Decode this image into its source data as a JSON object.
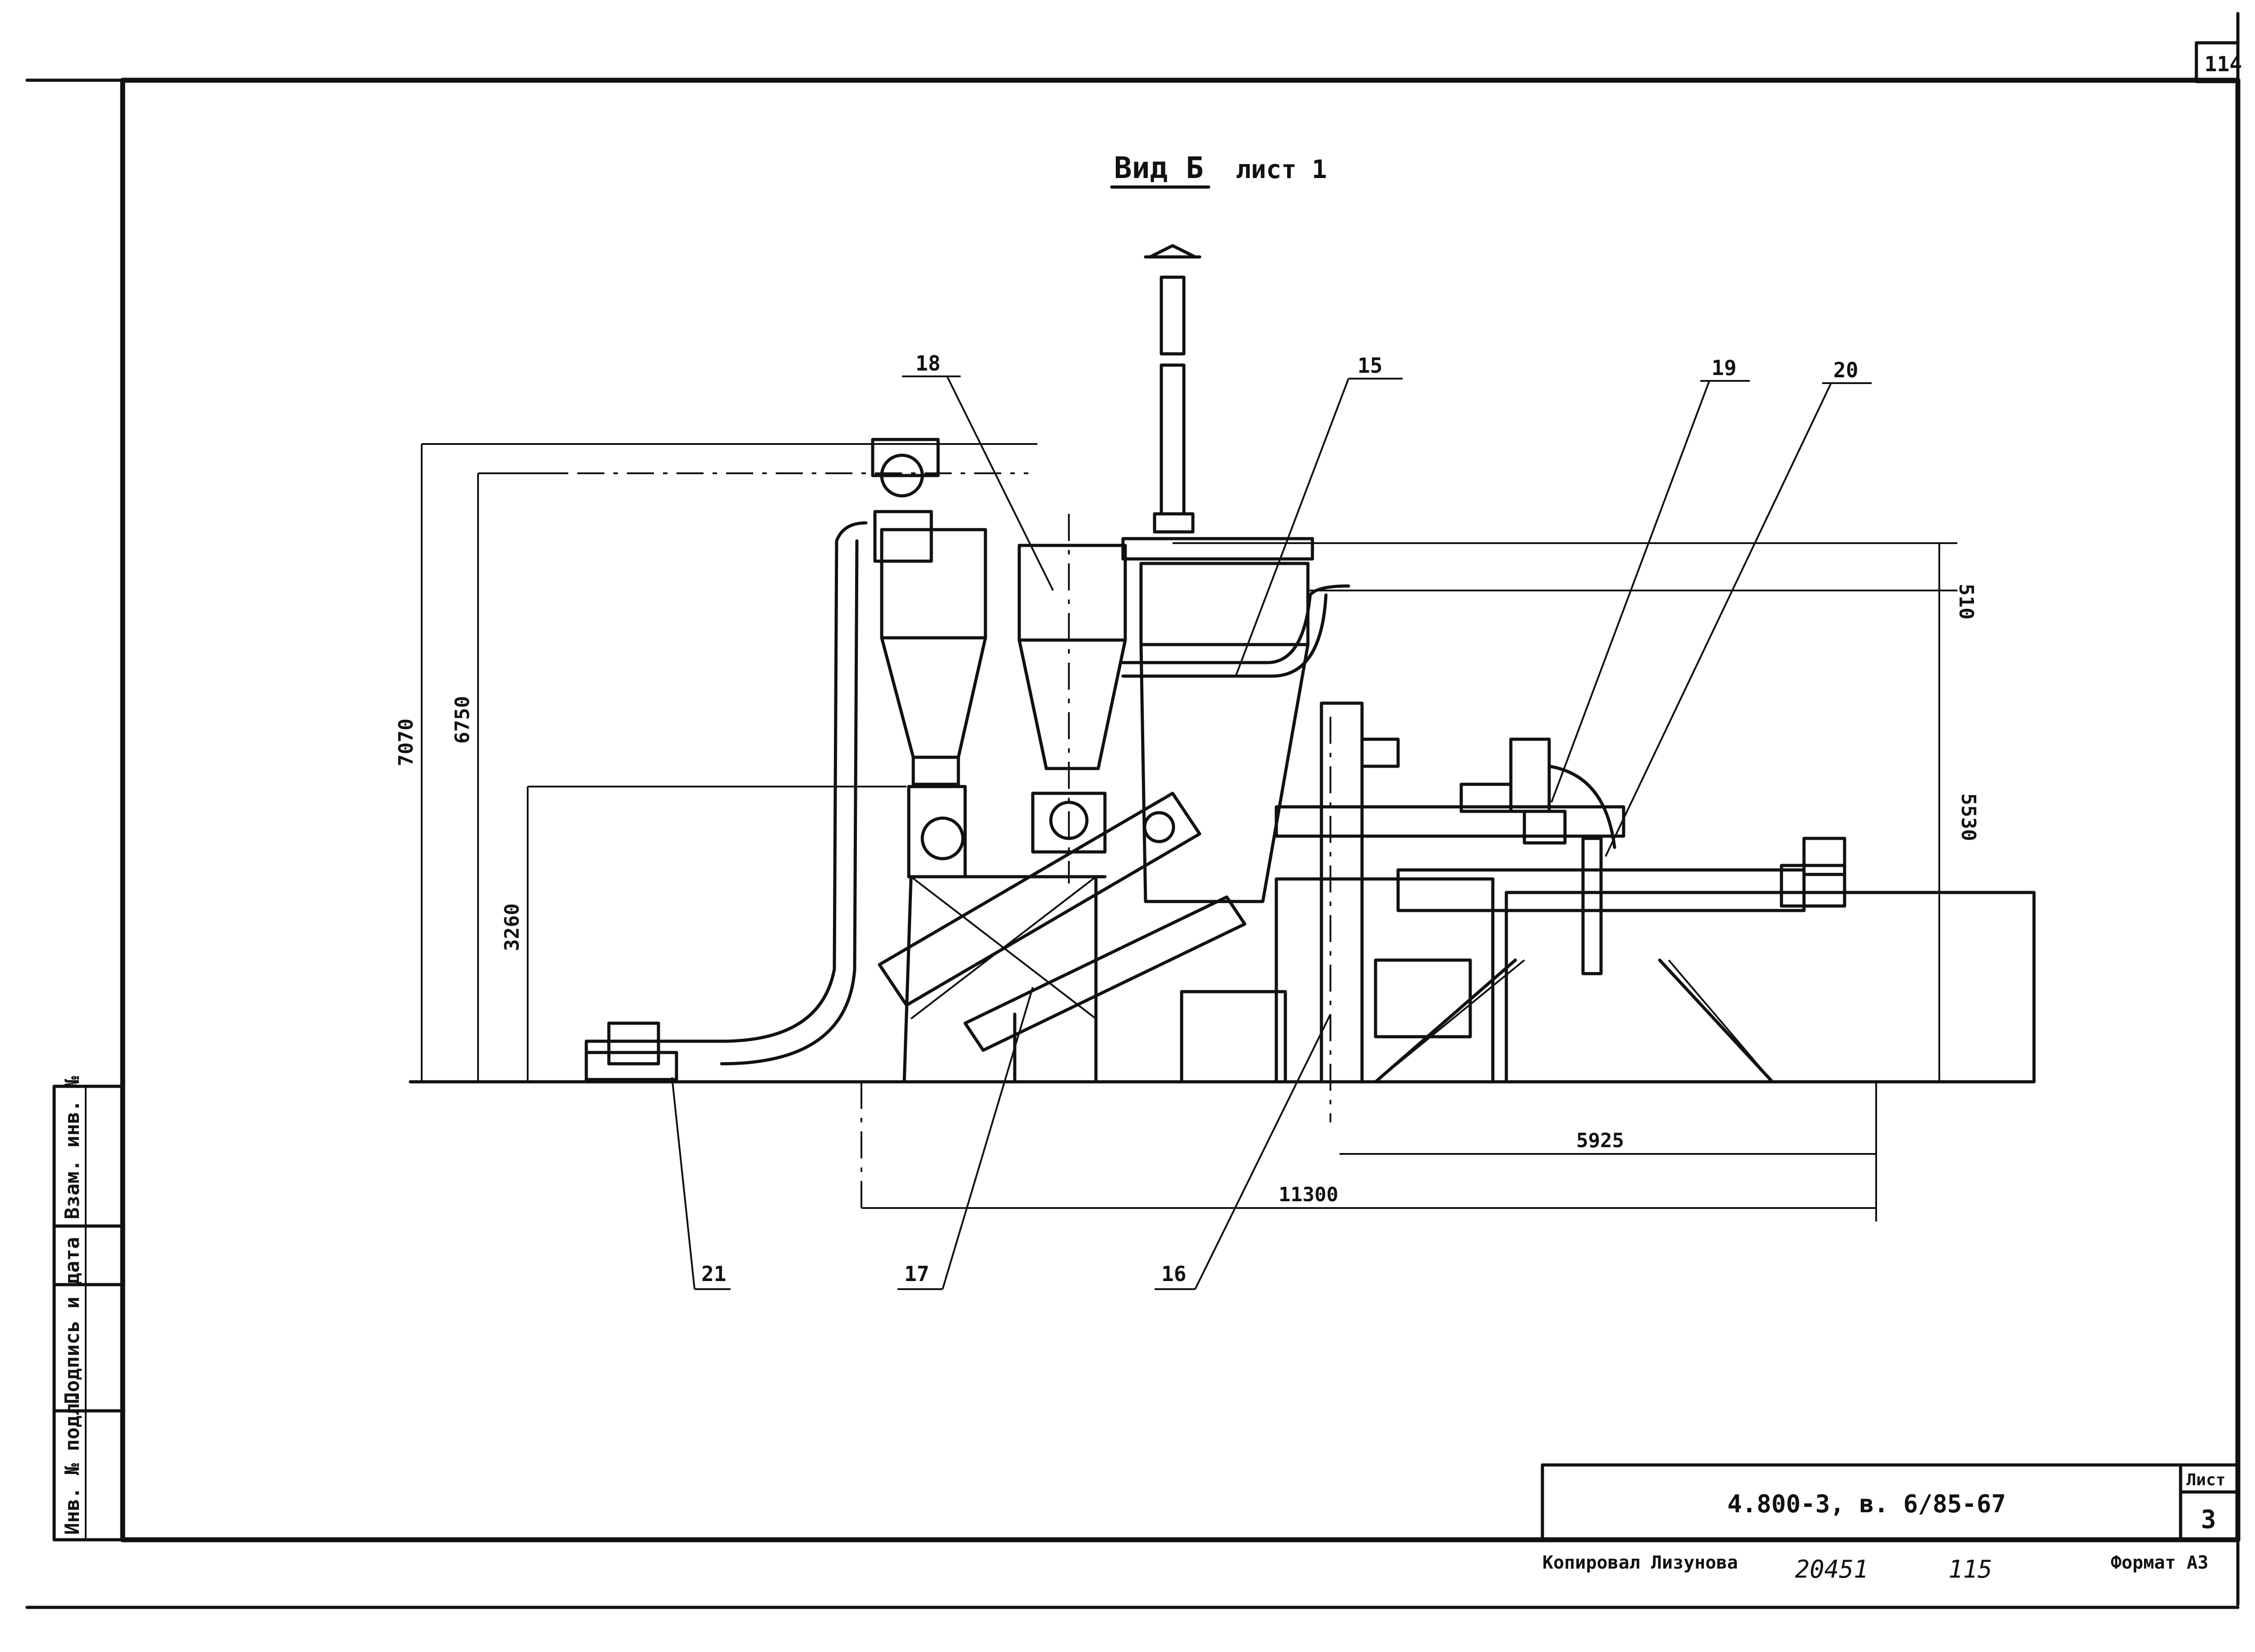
{
  "sheet": {
    "corner_number": "114",
    "title": "Вид Б",
    "title_suffix": "лист 1",
    "side_stamp": [
      "Инв. № подл.",
      "Подпись и дата",
      "Взам. инв. №"
    ]
  },
  "callouts": [
    "15",
    "16",
    "17",
    "18",
    "19",
    "20",
    "21"
  ],
  "dimensions": {
    "h_7070": "7070",
    "h_6750": "6750",
    "h_3260": "3260",
    "h_510": "510",
    "h_5530": "5530",
    "w_5925": "5925",
    "w_11300": "11300"
  },
  "title_block": {
    "designation": "4.800-3,  в. 6/85-67",
    "sheet_label": "Лист",
    "sheet_number": "3"
  },
  "footer": {
    "copied_by": "Копировал  Лизунова",
    "number_1": "20451",
    "number_2": "115",
    "format": "Формат А3"
  }
}
